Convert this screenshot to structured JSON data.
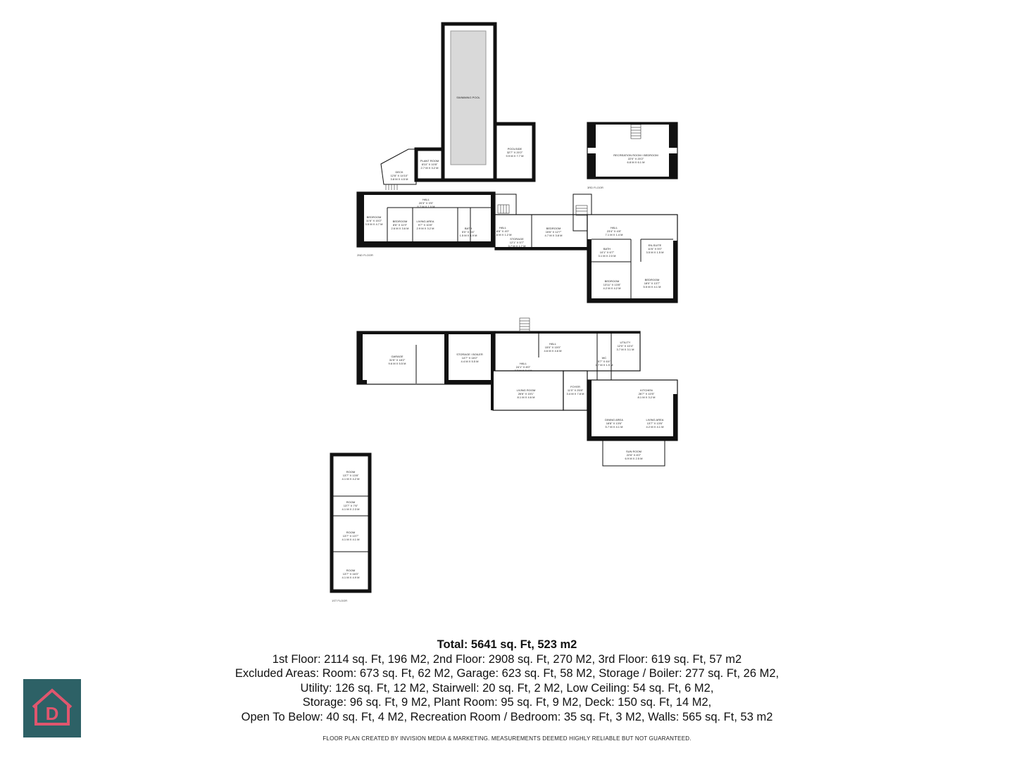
{
  "rooms": {
    "swimming_pool": {
      "name": "SWIMMING POOL"
    },
    "poolside": {
      "name": "POOLSIDE",
      "dims": "32'7\" X 20'2\"",
      "metric": "9.9 M X 7.7 M"
    },
    "plant_room": {
      "name": "PLANT ROOM",
      "dims": "8'10\" X 10'8\"",
      "metric": "2.7 M X 3.2 M"
    },
    "deck": {
      "name": "DECK",
      "dims": "12'8\" X 14'10\"",
      "metric": "3.8 M X 4.5 M"
    },
    "recreation": {
      "name": "RECREATION ROOM / BEDROOM",
      "dims": "22'0\" X 20'2\"",
      "metric": "6.8 M X 6.1 M"
    },
    "bedroom_a": {
      "name": "BEDROOM",
      "dims": "11'6\" X 15'2\"",
      "metric": "3.5 M X 4.7 M"
    },
    "bedroom_b": {
      "name": "BEDROOM",
      "dims": "8'6\" X 11'9\"",
      "metric": "2.6 M X 3.6 M"
    },
    "living_area_2f": {
      "name": "LIVING AREA",
      "dims": "9'7\" X 10'8\"",
      "metric": "2.9 M X 3.2 M"
    },
    "hall_2f_a": {
      "name": "HALL",
      "dims": "20'3\" X 3'5\"",
      "metric": "6.2 M X 1.0 M"
    },
    "bath_2f": {
      "name": "BATH",
      "dims": "5'0\" X 6'4\"",
      "metric": "1.5 M X 1.9 M"
    },
    "hall_2f_b": {
      "name": "HALL",
      "dims": "8'8\" X 4'0\"",
      "metric": "2.6 M X 1.2 M"
    },
    "storage_2f": {
      "name": "STORAGE",
      "dims": "12'1\" X 5'7\"",
      "metric": "3.7 M X 1.7 M"
    },
    "bedroom_c": {
      "name": "BEDROOM",
      "dims": "15'6\" X 12'7\"",
      "metric": "4.7 M X 3.8 M"
    },
    "hall_2f_c": {
      "name": "HALL",
      "dims": "23'4\" X 4'8\"",
      "metric": "7.1 M X 1.4 M"
    },
    "bath_2f_b": {
      "name": "BATH",
      "dims": "10'1\" X 6'7\"",
      "metric": "3.1 M X 2.0 M"
    },
    "ensuite": {
      "name": "EN-SUITE",
      "dims": "11'6\" X 5'0\"",
      "metric": "3.5 M X 1.5 M"
    },
    "bedroom_d": {
      "name": "BEDROOM",
      "dims": "13'11\" X 13'8\"",
      "metric": "4.2 M X 4.2 M"
    },
    "bedroom_e": {
      "name": "BEDROOM",
      "dims": "18'0\" X 13'7\"",
      "metric": "5.5 M X 4.1 M"
    },
    "garage": {
      "name": "GARAGE",
      "dims": "31'5\" X 18'2\"",
      "metric": "9.6 M X 5.5 M"
    },
    "storage_boiler": {
      "name": "STORAGE / BOILER",
      "dims": "14'7\" X 18'2\"",
      "metric": "4.4 M X 5.5 M"
    },
    "hall_1f": {
      "name": "HALL",
      "dims": "24'1\" X 8'0\"",
      "metric": "7.3 M X 2.4 M"
    },
    "hall_1f_b": {
      "name": "HALL",
      "dims": "15'0\" X 15'0\"",
      "metric": "4.6 M X 4.6 M"
    },
    "living_room": {
      "name": "LIVING ROOM",
      "dims": "26'6\" X 15'1\"",
      "metric": "8.1 M X 4.6 M"
    },
    "foyer": {
      "name": "FOYER",
      "dims": "11'0\" X 25'8\"",
      "metric": "3.4 M X 7.8 M"
    },
    "utility": {
      "name": "UTILITY",
      "dims": "12'0\" X 10'4\"",
      "metric": "3.7 M X 3.1 M"
    },
    "wc": {
      "name": "WC",
      "dims": "5'7\" X 6'4\"",
      "metric": "1.7 M X 1.9 M"
    },
    "kitchen": {
      "name": "KITCHEN",
      "dims": "26'7\" X 10'5\"",
      "metric": "8.1 M X 3.2 M"
    },
    "dining_area": {
      "name": "DINING AREA",
      "dims": "18'8\" X 13'6\"",
      "metric": "5.7 M X 4.1 M"
    },
    "living_area_1f": {
      "name": "LIVING AREA",
      "dims": "13'7\" X 13'6\"",
      "metric": "4.2 M X 4.1 M"
    },
    "sun_room": {
      "name": "SUN ROOM",
      "dims": "22'6\" X 8'2\"",
      "metric": "6.9 M X 2.5 M"
    },
    "room_1": {
      "name": "ROOM",
      "dims": "13'7\" X 13'8\"",
      "metric": "4.1 M X 4.2 M"
    },
    "room_2": {
      "name": "ROOM",
      "dims": "13'7\" X 7'6\"",
      "metric": "4.1 M X 2.3 M"
    },
    "room_3": {
      "name": "ROOM",
      "dims": "13'7\" X 13'7\"",
      "metric": "4.1 M X 4.1 M"
    },
    "room_4": {
      "name": "ROOM",
      "dims": "13'7\" X 16'0\"",
      "metric": "4.1 M X 4.9 M"
    }
  },
  "floor_labels": {
    "third": "3RD FLOOR",
    "second": "2ND FLOOR",
    "first": "1ST FLOOR"
  },
  "summary": {
    "total": "Total: 5641 sq. Ft, 523 m2",
    "line1": "1st Floor: 2114 sq. Ft, 196 M2, 2nd Floor: 2908 sq. Ft, 270 M2, 3rd Floor: 619 sq. Ft, 57 m2",
    "line2": "Excluded Areas: Room: 673 sq. Ft, 62 M2, Garage: 623 sq. Ft, 58 M2, Storage / Boiler: 277 sq. Ft, 26 M2,",
    "line3": "Utility: 126 sq. Ft, 12 M2, Stairwell: 20 sq. Ft, 2 M2, Low Ceiling: 54 sq. Ft, 6 M2,",
    "line4": "Storage: 96 sq. Ft, 9 M2, Plant Room: 95 sq. Ft, 9 M2, Deck: 150 sq. Ft, 14 M2,",
    "line5": "Open To Below: 40 sq. Ft, 4 M2, Recreation Room / Bedroom: 35 sq. Ft, 3 M2, Walls: 565 sq. Ft, 53 m2"
  },
  "credit": "FLOOR PLAN CREATED BY INVISION MEDIA & MARKETING. MEASUREMENTS DEEMED HIGHLY RELIABLE BUT NOT GUARANTEED.",
  "logo": {
    "letter": "D",
    "bg_color": "#2d6166",
    "accent_color": "#e0566e"
  }
}
